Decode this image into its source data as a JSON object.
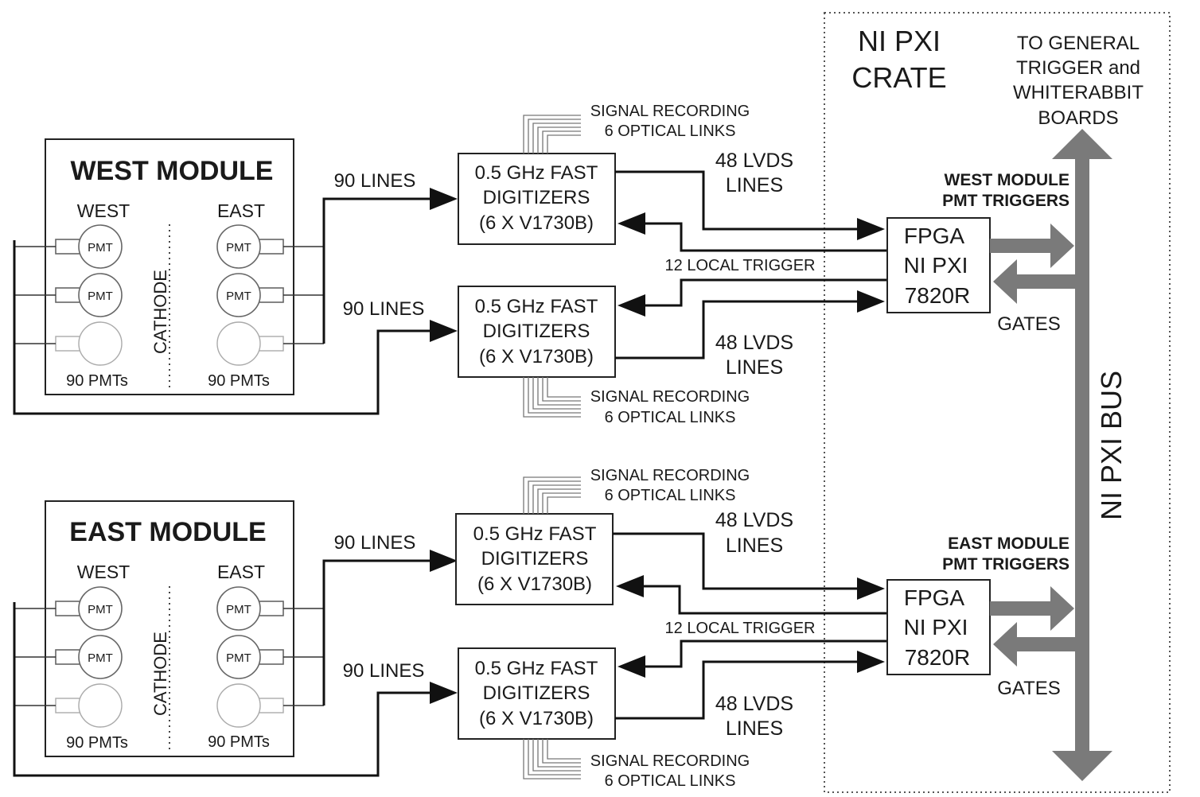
{
  "crate": {
    "title_line1": "NI PXI",
    "title_line2": "CRATE",
    "general_line1": "TO GENERAL",
    "general_line2": "TRIGGER and",
    "general_line3": "WHITERABBIT",
    "general_line4": "BOARDS",
    "bus_label": "NI PXI BUS"
  },
  "modules": [
    {
      "title": "WEST MODULE",
      "west_label": "WEST",
      "east_label": "EAST",
      "cathode_label": "CATHODE",
      "pmt_label": "PMT",
      "west_count": "90 PMTs",
      "east_count": "90 PMTs",
      "lines_top": "90 LINES",
      "lines_bottom": "90 LINES",
      "digitizer_top": [
        "0.5 GHz FAST",
        "DIGITIZERS",
        "(6 X V1730B)"
      ],
      "digitizer_bottom": [
        "0.5 GHz FAST",
        "DIGITIZERS",
        "(6 X V1730B)"
      ],
      "recording_top": [
        "SIGNAL RECORDING",
        "6 OPTICAL LINKS"
      ],
      "recording_bottom": [
        "SIGNAL RECORDING",
        "6 OPTICAL LINKS"
      ],
      "lvds_top": [
        "48 LVDS",
        "LINES"
      ],
      "lvds_bottom": [
        "48 LVDS",
        "LINES"
      ],
      "local_trigger": "12 LOCAL TRIGGER",
      "fpga": [
        "FPGA",
        "NI PXI",
        "7820R"
      ],
      "triggers": [
        "WEST MODULE",
        "PMT TRIGGERS"
      ],
      "gates": "GATES"
    },
    {
      "title": "EAST MODULE",
      "west_label": "WEST",
      "east_label": "EAST",
      "cathode_label": "CATHODE",
      "pmt_label": "PMT",
      "west_count": "90 PMTs",
      "east_count": "90 PMTs",
      "lines_top": "90 LINES",
      "lines_bottom": "90 LINES",
      "digitizer_top": [
        "0.5 GHz FAST",
        "DIGITIZERS",
        "(6 X V1730B)"
      ],
      "digitizer_bottom": [
        "0.5 GHz FAST",
        "DIGITIZERS",
        "(6 X V1730B)"
      ],
      "recording_top": [
        "SIGNAL RECORDING",
        "6 OPTICAL LINKS"
      ],
      "recording_bottom": [
        "SIGNAL RECORDING",
        "6 OPTICAL LINKS"
      ],
      "lvds_top": [
        "48 LVDS",
        "LINES"
      ],
      "lvds_bottom": [
        "48 LVDS",
        "LINES"
      ],
      "local_trigger": "12 LOCAL TRIGGER",
      "fpga": [
        "FPGA",
        "NI PXI",
        "7820R"
      ],
      "triggers": [
        "EAST MODULE",
        "PMT TRIGGERS"
      ],
      "gates": "GATES"
    }
  ]
}
